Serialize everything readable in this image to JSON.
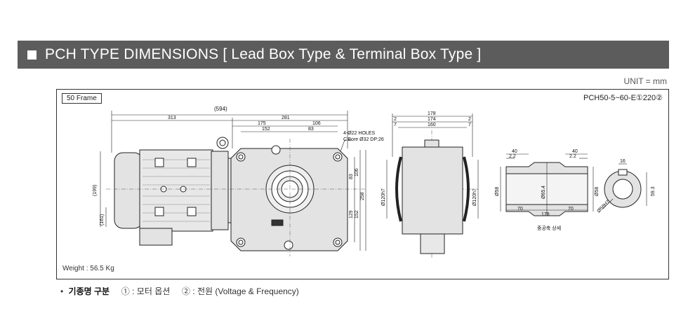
{
  "header": {
    "title": "PCH TYPE DIMENSIONS [ Lead Box Type & Terminal Box Type ]"
  },
  "unit": "UNIT = mm",
  "frame_tag": "50 Frame",
  "model": "PCH50-5~60-E①220②",
  "weight": "Weight : 56.5 Kg",
  "dimensions": {
    "d594": "(594)",
    "d313": "313",
    "d281": "281",
    "d175": "175",
    "d106": "106",
    "d152": "152",
    "d83": "83",
    "holes1": "4-Ø22 HOLES",
    "holes2": "C'Bore Ø32 DP:26",
    "d199": "(199)",
    "d161": "(161)",
    "d83v": "83",
    "d106v": "106",
    "d258": "258",
    "d129": "129",
    "d152v": "152",
    "d178": "178",
    "d174": "174",
    "d160": "160",
    "d2a": "2",
    "d7a": "7",
    "d2b": "2",
    "d7b": "7",
    "d120a": "Ø120h7",
    "d120b": "Ø120h7",
    "d40a": "40",
    "d22a": "2.2",
    "d40b": "40",
    "d22b": "2.2",
    "d58a": "Ø58",
    "d654": "Ø65.4",
    "d58b": "Ø58",
    "d70a": "70",
    "d70b": "70",
    "d178b": "178",
    "hollow": "중공축 상세",
    "d16": "16",
    "d593": "59.3",
    "d58h7": "Ø58H7"
  },
  "note": {
    "bullet": "•",
    "label": "기종명 구분",
    "opt1": "① : 모터 옵션",
    "opt2": "② : 전원 (Voltage & Frequency)"
  },
  "colors": {
    "header_bg": "#5c5c5c",
    "part_fill": "#e3e3e3",
    "line": "#222222"
  }
}
